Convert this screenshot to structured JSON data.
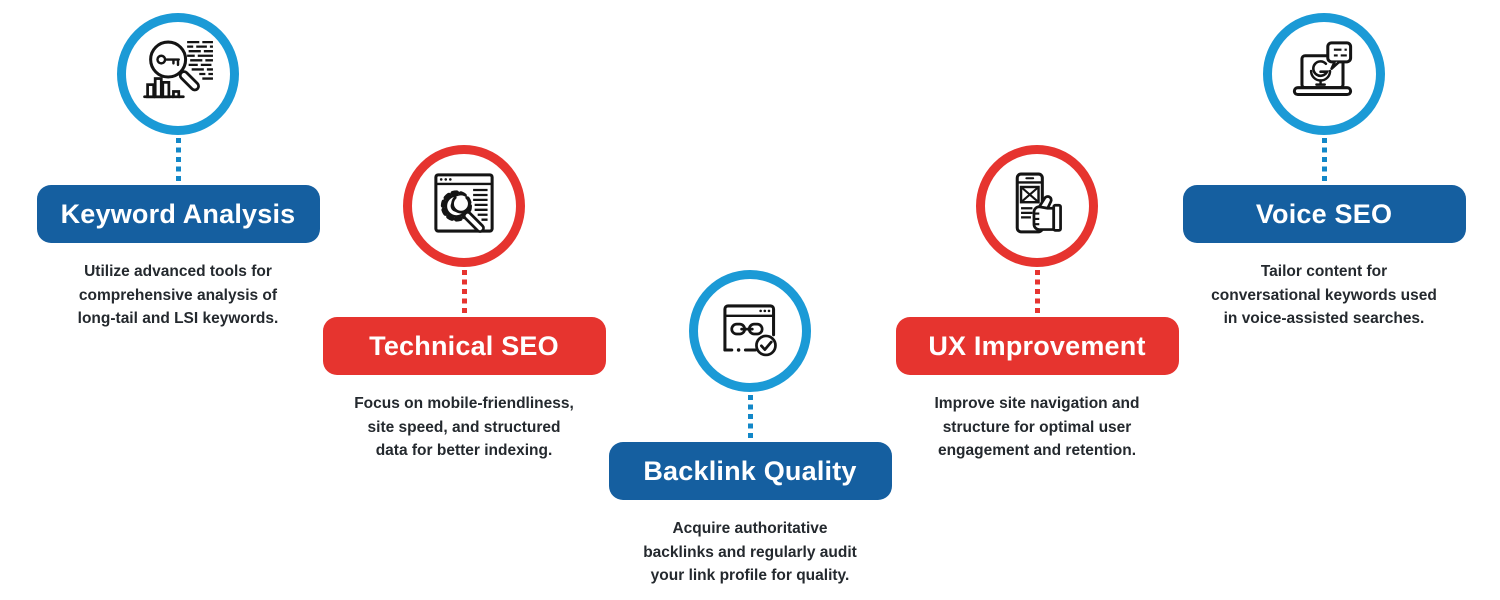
{
  "colors": {
    "circle_blue": "#1b9ad6",
    "circle_red": "#e6342f",
    "badge_blue": "#155fa0",
    "badge_red": "#e6342f",
    "connector_blue": "#1287c8",
    "connector_red": "#e6342f",
    "text_dark": "#24292e",
    "icon_stroke": "#141414",
    "background": "#ffffff"
  },
  "items": [
    {
      "title": "Keyword Analysis",
      "accent": "blue",
      "icon": "keyword-magnifier-chart-icon",
      "desc": [
        "Utilize advanced tools for",
        "comprehensive analysis of",
        "long-tail and LSI keywords."
      ]
    },
    {
      "title": "Technical SEO",
      "accent": "red",
      "icon": "browser-gear-wrench-icon",
      "desc": [
        "Focus on mobile-friendliness,",
        "site speed, and structured",
        "data for better indexing."
      ]
    },
    {
      "title": "Backlink Quality",
      "accent": "blue",
      "icon": "browser-link-check-icon",
      "desc": [
        "Acquire authoritative",
        "backlinks and regularly audit",
        "your link profile for quality."
      ]
    },
    {
      "title": "UX Improvement",
      "accent": "red",
      "icon": "phone-thumbs-up-icon",
      "desc": [
        "Improve site navigation and",
        "structure for optimal user",
        "engagement and retention."
      ]
    },
    {
      "title": "Voice SEO",
      "accent": "blue",
      "icon": "laptop-voice-bubble-icon",
      "desc": [
        "Tailor content for",
        "conversational keywords used",
        "in voice-assisted searches."
      ]
    }
  ]
}
